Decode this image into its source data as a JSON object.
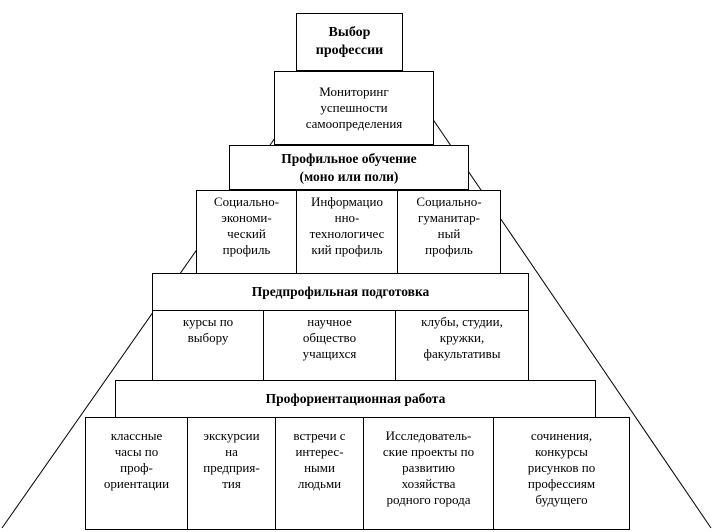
{
  "diagram": {
    "top_box": "Выбор\nпрофессии",
    "monitoring_box": "Мониторинг\nуспешности\nсамоопределения",
    "profile_training_box": "Профильное обучение\n(моно или поли)",
    "profiles": [
      "Социально-\nэкономи-\nческий\nпрофиль",
      "Информацио\nнно-\nтехнологичес\nкий профиль",
      "Социально-\nгуманитар-\nный\nпрофиль"
    ],
    "preprofile_box": "Предпрофильная подготовка",
    "preprofile_items": [
      "курсы по\nвыбору",
      "научное\nобщество\nучащихся",
      "клубы, студии,\nкружки,\nфакультативы"
    ],
    "career_box": "Профориентационная работа",
    "career_items": [
      "классные\nчасы по\nпроф-\nориентации",
      "экскурсии\nна\nпредприя-\nтия",
      "встречи с\nинтерес-\nными\nлюдьми",
      "Исследователь-\nские проекты по\nразвитию\nхозяйства\nродного города",
      "сочинения,\nконкурсы\nрисунков по\nпрофессиям\nбудущего"
    ]
  }
}
